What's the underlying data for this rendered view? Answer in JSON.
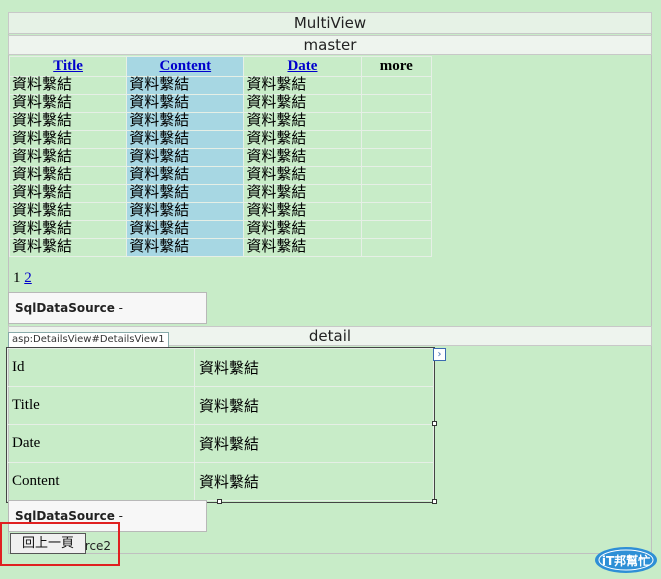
{
  "multiview": {
    "title": "MultiView"
  },
  "master": {
    "title": "master",
    "columns": [
      "Title",
      "Content",
      "Date",
      "more"
    ],
    "cell_text": "資料繫結",
    "row_count": 10,
    "pager": [
      "1",
      "2"
    ],
    "datasource": {
      "type": "SqlDataSource",
      "id": "SqlDataSource1",
      "separator": " - "
    }
  },
  "detail": {
    "title": "detail",
    "tag": "asp:DetailsView#DetailsView1",
    "rows": [
      {
        "label": "Id",
        "value": "資料繫結"
      },
      {
        "label": "Title",
        "value": "資料繫結"
      },
      {
        "label": "Date",
        "value": "資料繫結"
      },
      {
        "label": "Content",
        "value": "資料繫結"
      }
    ],
    "datasource": {
      "type": "SqlDataSource",
      "id": "SqlDataSource2",
      "separator": " - "
    },
    "smart_tag": "›",
    "back_button": "回上一頁"
  },
  "watermark": {
    "text": "iT邦幫忙"
  }
}
